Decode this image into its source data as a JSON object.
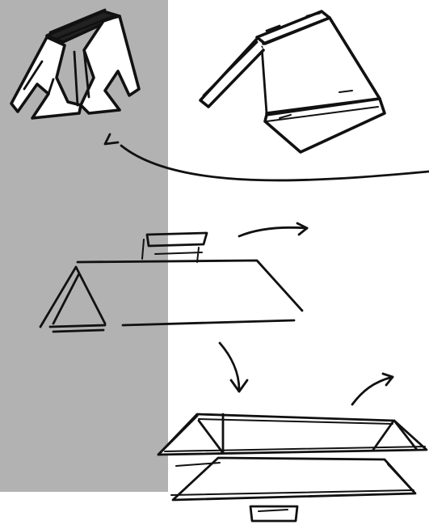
{
  "colors": {
    "background": "#ffffff",
    "panel": "#b2b2b2",
    "ink": "#111111"
  },
  "figures": [
    {
      "icon": "folded-stand-sketch"
    },
    {
      "icon": "open-box-stand-sketch"
    },
    {
      "icon": "flat-board-sketch"
    },
    {
      "icon": "board-on-tray-sketch"
    }
  ],
  "arrows": [
    {
      "icon": "curved-arrow-left"
    },
    {
      "icon": "arrow-right"
    },
    {
      "icon": "arrow-down"
    },
    {
      "icon": "arrow-up-right"
    }
  ]
}
